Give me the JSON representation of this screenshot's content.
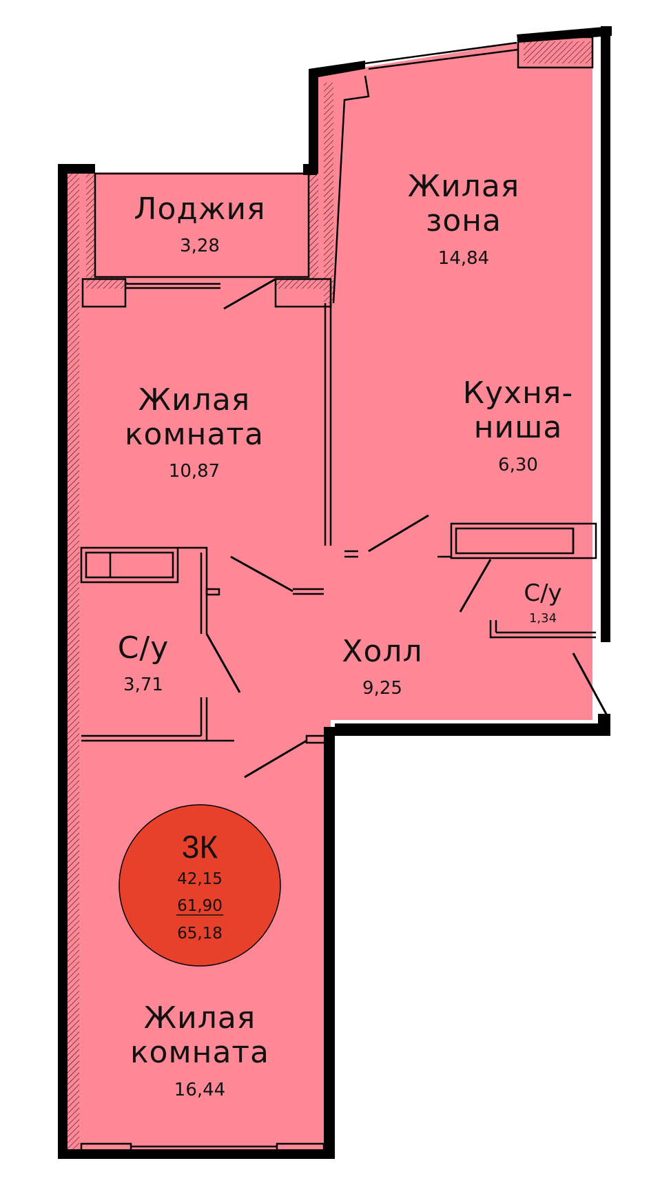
{
  "colors": {
    "room_fill": "#fe8896",
    "wall": "#000000",
    "badge_fill": "#e8412b",
    "text": "#111111"
  },
  "rooms": {
    "loggia": {
      "name": "Лоджия",
      "area": "3,28"
    },
    "living_zone": {
      "name_line1": "Жилая",
      "name_line2": "зона",
      "area": "14,84"
    },
    "room_top": {
      "name_line1": "Жилая",
      "name_line2": "комната",
      "area": "10,87"
    },
    "kitchen_niche": {
      "name_line1": "Кухня-",
      "name_line2": "ниша",
      "area": "6,30"
    },
    "bathroom_small": {
      "name": "С/у",
      "area": "1,34"
    },
    "bathroom": {
      "name": "С/у",
      "area": "3,71"
    },
    "hall": {
      "name": "Холл",
      "area": "9,25"
    },
    "room_bottom": {
      "name_line1": "Жилая",
      "name_line2": "комната",
      "area": "16,44"
    }
  },
  "badge": {
    "title": "3К",
    "living_area": "42,15",
    "total_area": "61,90",
    "total_with_loggia": "65,18"
  }
}
